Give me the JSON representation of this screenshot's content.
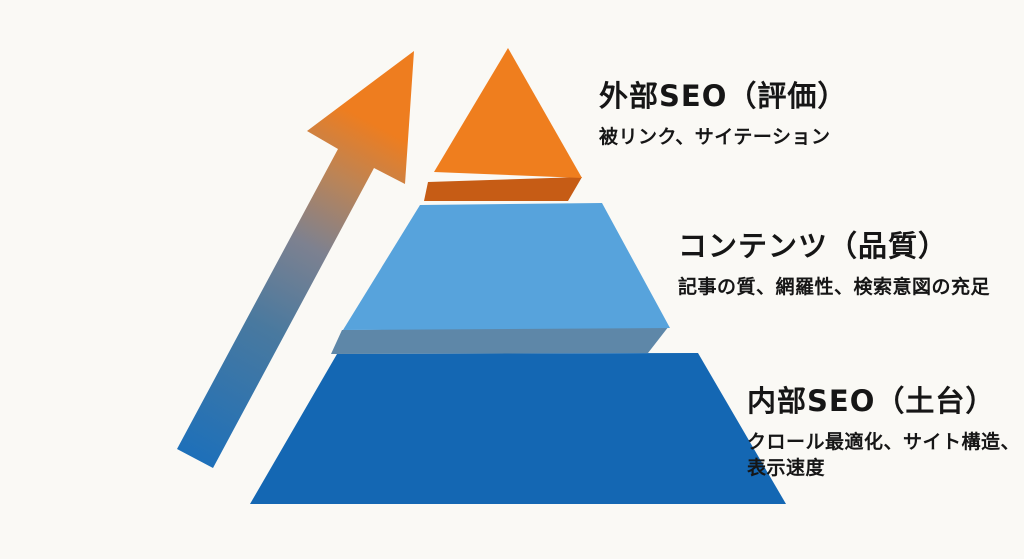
{
  "diagram": {
    "type": "pyramid",
    "subject": "SEO",
    "tier_count": 3,
    "levels": [
      {
        "rank": 1,
        "position": "top",
        "title": "外部SEO（評価）",
        "description_lines": [
          "被リンク、サイテーション"
        ],
        "color": "#EF7E1E"
      },
      {
        "rank": 2,
        "position": "middle",
        "title": "コンテンツ（品質）",
        "description_lines": [
          "記事の質、網羅性、検索意図の充足"
        ],
        "color": "#57A3DC"
      },
      {
        "rank": 3,
        "position": "bottom",
        "title": "内部SEO（土台）",
        "description_lines": [
          "クロール最適化、サイト構造、",
          "表示速度"
        ],
        "color": "#1467B3"
      }
    ],
    "arrow": {
      "meaning": "upward-growth"
    }
  },
  "colors": {
    "background": "#FAF9F5",
    "text": "#161616",
    "orange": "#EF7E1E",
    "orange_dark": "#C65C15",
    "light_blue": "#57A3DC",
    "steel_blue": "#5E87A8",
    "dark_blue": "#1467B3",
    "arrow_bottom": "#1E70B9",
    "arrow_lower_mid": "#49799F",
    "arrow_mid": "#7D8190",
    "arrow_upper_mid": "#BB8457",
    "arrow_top": "#EE7D1F"
  }
}
